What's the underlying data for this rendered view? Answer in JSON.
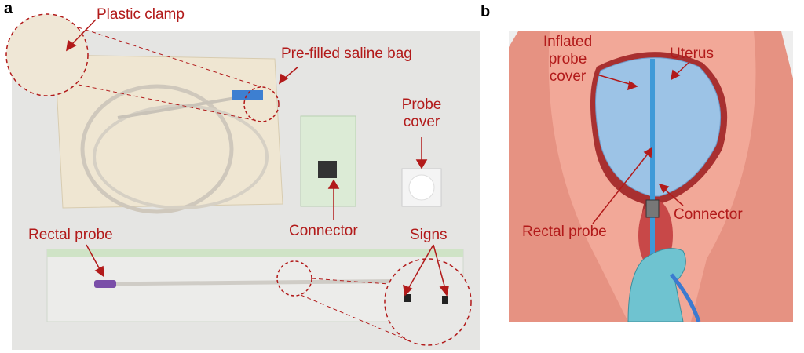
{
  "panel_a": {
    "label": "a",
    "annotations": {
      "plastic_clamp": "Plastic clamp",
      "saline_bag": "Pre-filled saline bag",
      "probe_cover_line1": "Probe",
      "probe_cover_line2": "cover",
      "connector": "Connector",
      "rectal_probe": "Rectal probe",
      "signs": "Signs"
    }
  },
  "panel_b": {
    "label": "b",
    "annotations": {
      "inflated_line1": "Inflated",
      "inflated_line2": "probe",
      "inflated_line3": "cover",
      "uterus": "Uterus",
      "connector": "Connector",
      "rectal_probe": "Rectal probe"
    }
  },
  "colors": {
    "annotation": "#b21a1a",
    "skin": "#efa899",
    "cover": "#9cc3e6",
    "glove": "#6fc3d0"
  }
}
